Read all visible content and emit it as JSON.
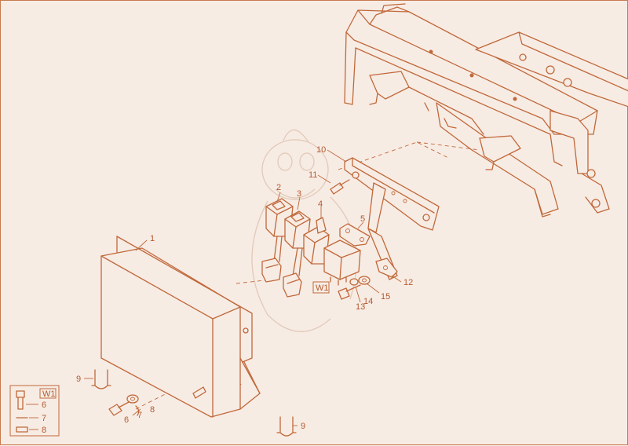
{
  "colors": {
    "line": "#c0683a",
    "background": "#f7ece4",
    "label": "#b35a2e"
  },
  "callouts": {
    "c1": "1",
    "c2": "2",
    "c3": "3",
    "c4": "4",
    "c5": "5",
    "c6a": "6",
    "c7a": "7",
    "c8a": "8",
    "c9a": "9",
    "c9b": "9",
    "c10": "10",
    "c11": "11",
    "c12": "12",
    "c13": "13",
    "c14": "14",
    "c15": "15"
  },
  "wiring_tag": "W1",
  "legend": {
    "tag": "W1",
    "item_bolt": "6",
    "item_wire": "7",
    "item_sleeve": "8"
  }
}
